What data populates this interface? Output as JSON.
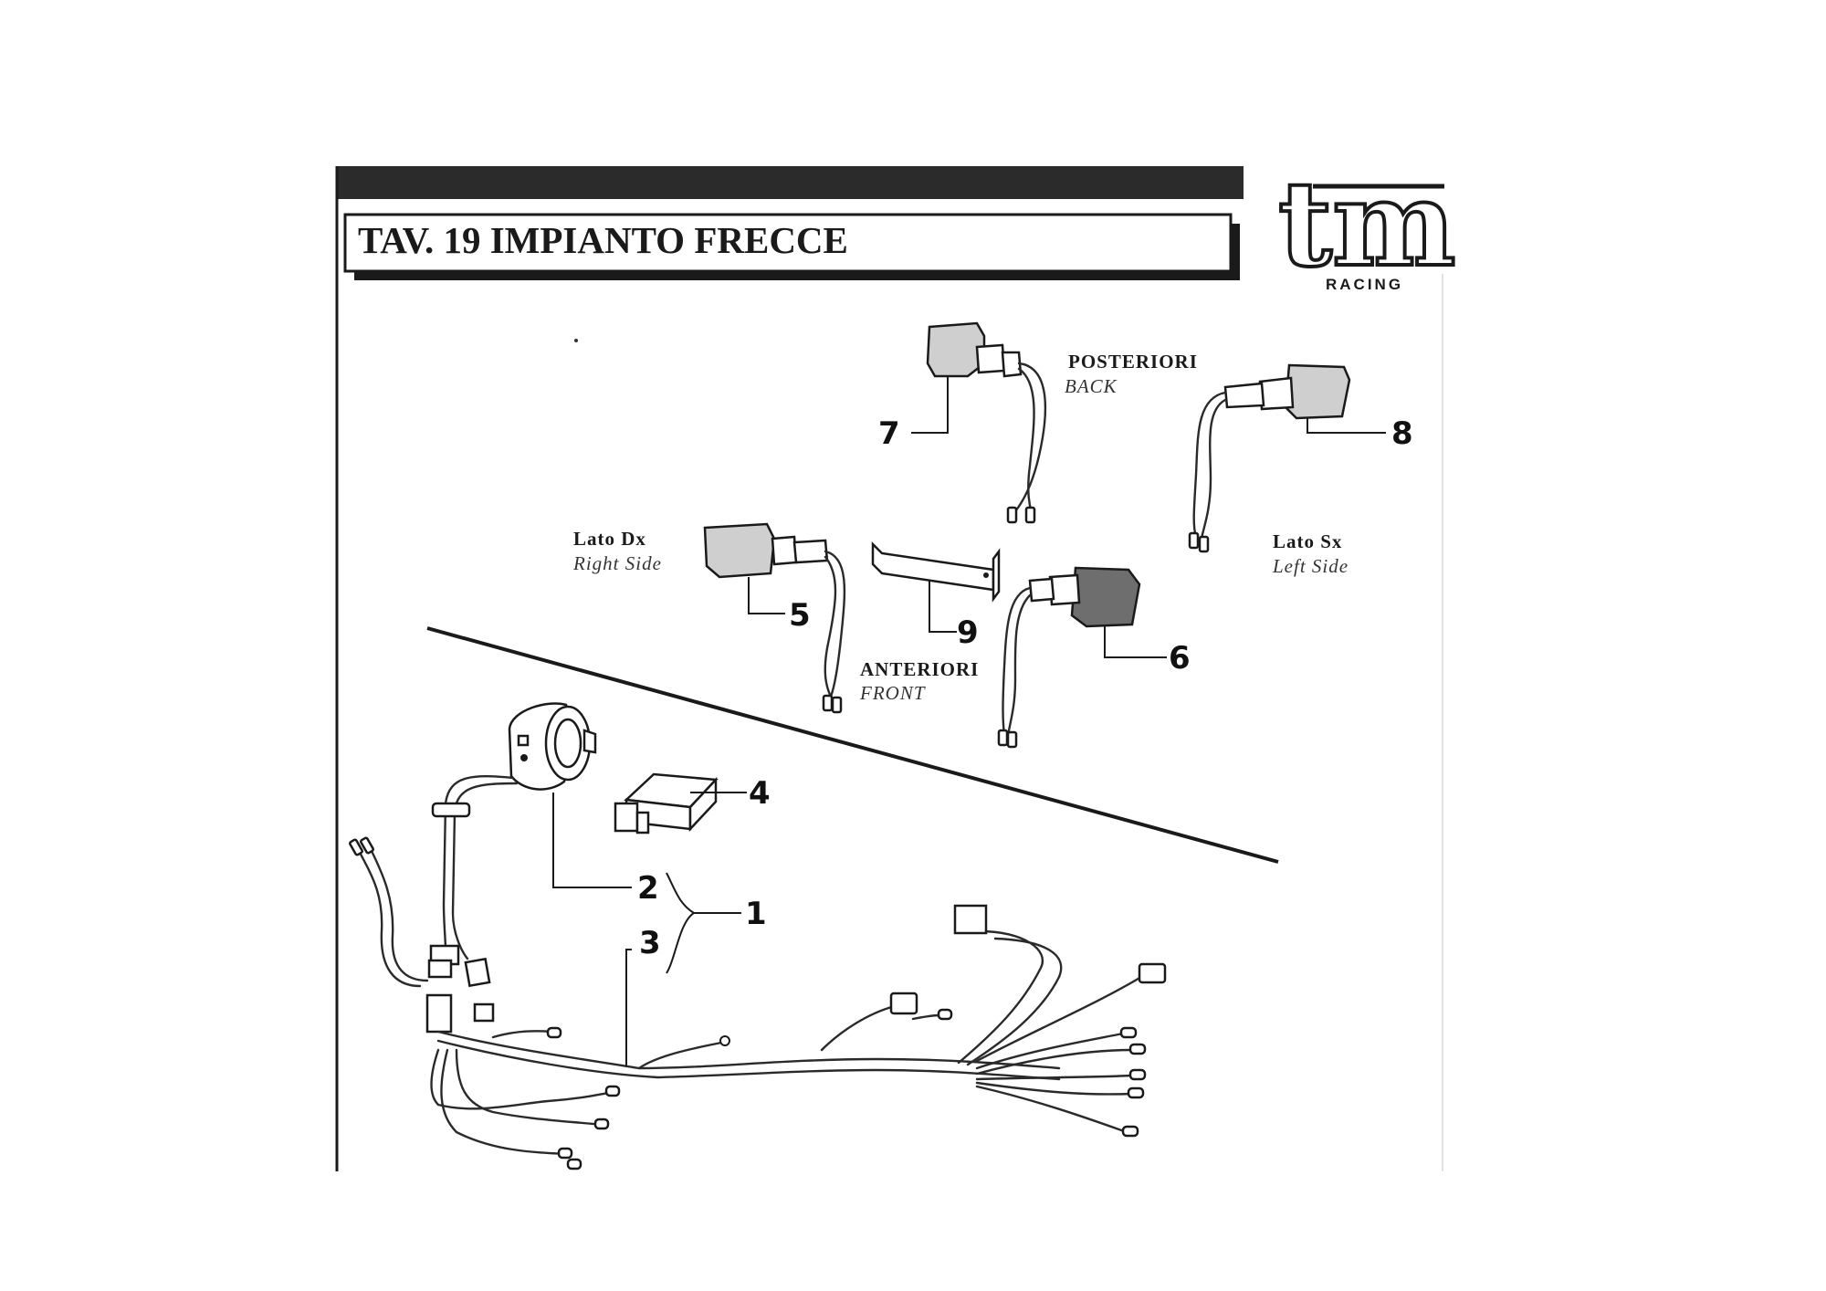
{
  "title": "TAV. 19 IMPIANTO FRECCE",
  "logo": {
    "mark": "tm",
    "subtitle": "RACING"
  },
  "groups": {
    "rear": {
      "it": "POSTERIORI",
      "en": "BACK"
    },
    "front": {
      "it": "ANTERIORI",
      "en": "FRONT"
    },
    "right_side": {
      "it": "Lato Dx",
      "en": "Right Side"
    },
    "left_side": {
      "it": "Lato Sx",
      "en": "Left Side"
    }
  },
  "callouts": {
    "c1": "1",
    "c2": "2",
    "c3": "3",
    "c4": "4",
    "c5": "5",
    "c6": "6",
    "c7": "7",
    "c8": "8",
    "c9": "9"
  },
  "colors": {
    "ink": "#1a1a1a",
    "paper": "#ffffff",
    "header_bar": "#2b2b2b"
  }
}
